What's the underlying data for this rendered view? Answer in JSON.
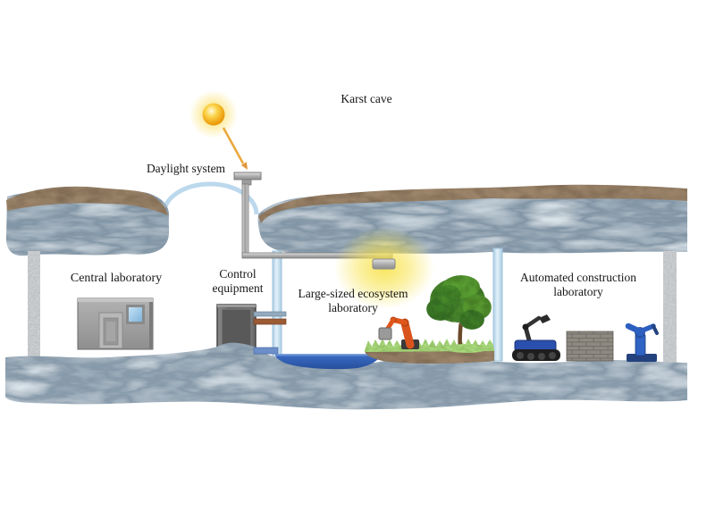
{
  "figure": {
    "title": "Karst cave",
    "labels": {
      "daylight_system": "Daylight system",
      "central_laboratory": "Central laboratory",
      "control_equipment": [
        "Control",
        "equipment"
      ],
      "ecosystem_laboratory": [
        "Large-sized ecosystem",
        "laboratory"
      ],
      "construction_laboratory": [
        "Automated construction",
        "laboratory"
      ]
    },
    "colors": {
      "background": "#ffffff",
      "sun_core": "#f3b71c",
      "sun_glow": "#fbe88a",
      "sunlight_arrow": "#e9a93e",
      "soil_cap_brown": "#3c2b1c",
      "rock_light": "#aebfc9",
      "rock_dark": "#2e3e49",
      "skylight_dome": "#bcd8ec",
      "glass_wall": "#cfe7f5",
      "pillar_concrete": "#8a8f93",
      "metal_pipe": "#b9bcbe",
      "grow_light_glow": "#f8e049",
      "building_gray": "#9c9c9c",
      "window_blue": "#9ecbe9",
      "cabinet_gray": "#5a5a5a",
      "pipe_blue": "#93a9bd",
      "pipe_brown": "#9c5a33",
      "water_blue": "#2e5cb8",
      "grass_green": "#62a832",
      "soil_dark": "#241a10",
      "tree_green": "#4a8a2e",
      "trunk_brown": "#6b4a2a",
      "robot_orange": "#d9541c",
      "robot_blue": "#2f63c4",
      "brick_gray": "#928d85"
    }
  }
}
